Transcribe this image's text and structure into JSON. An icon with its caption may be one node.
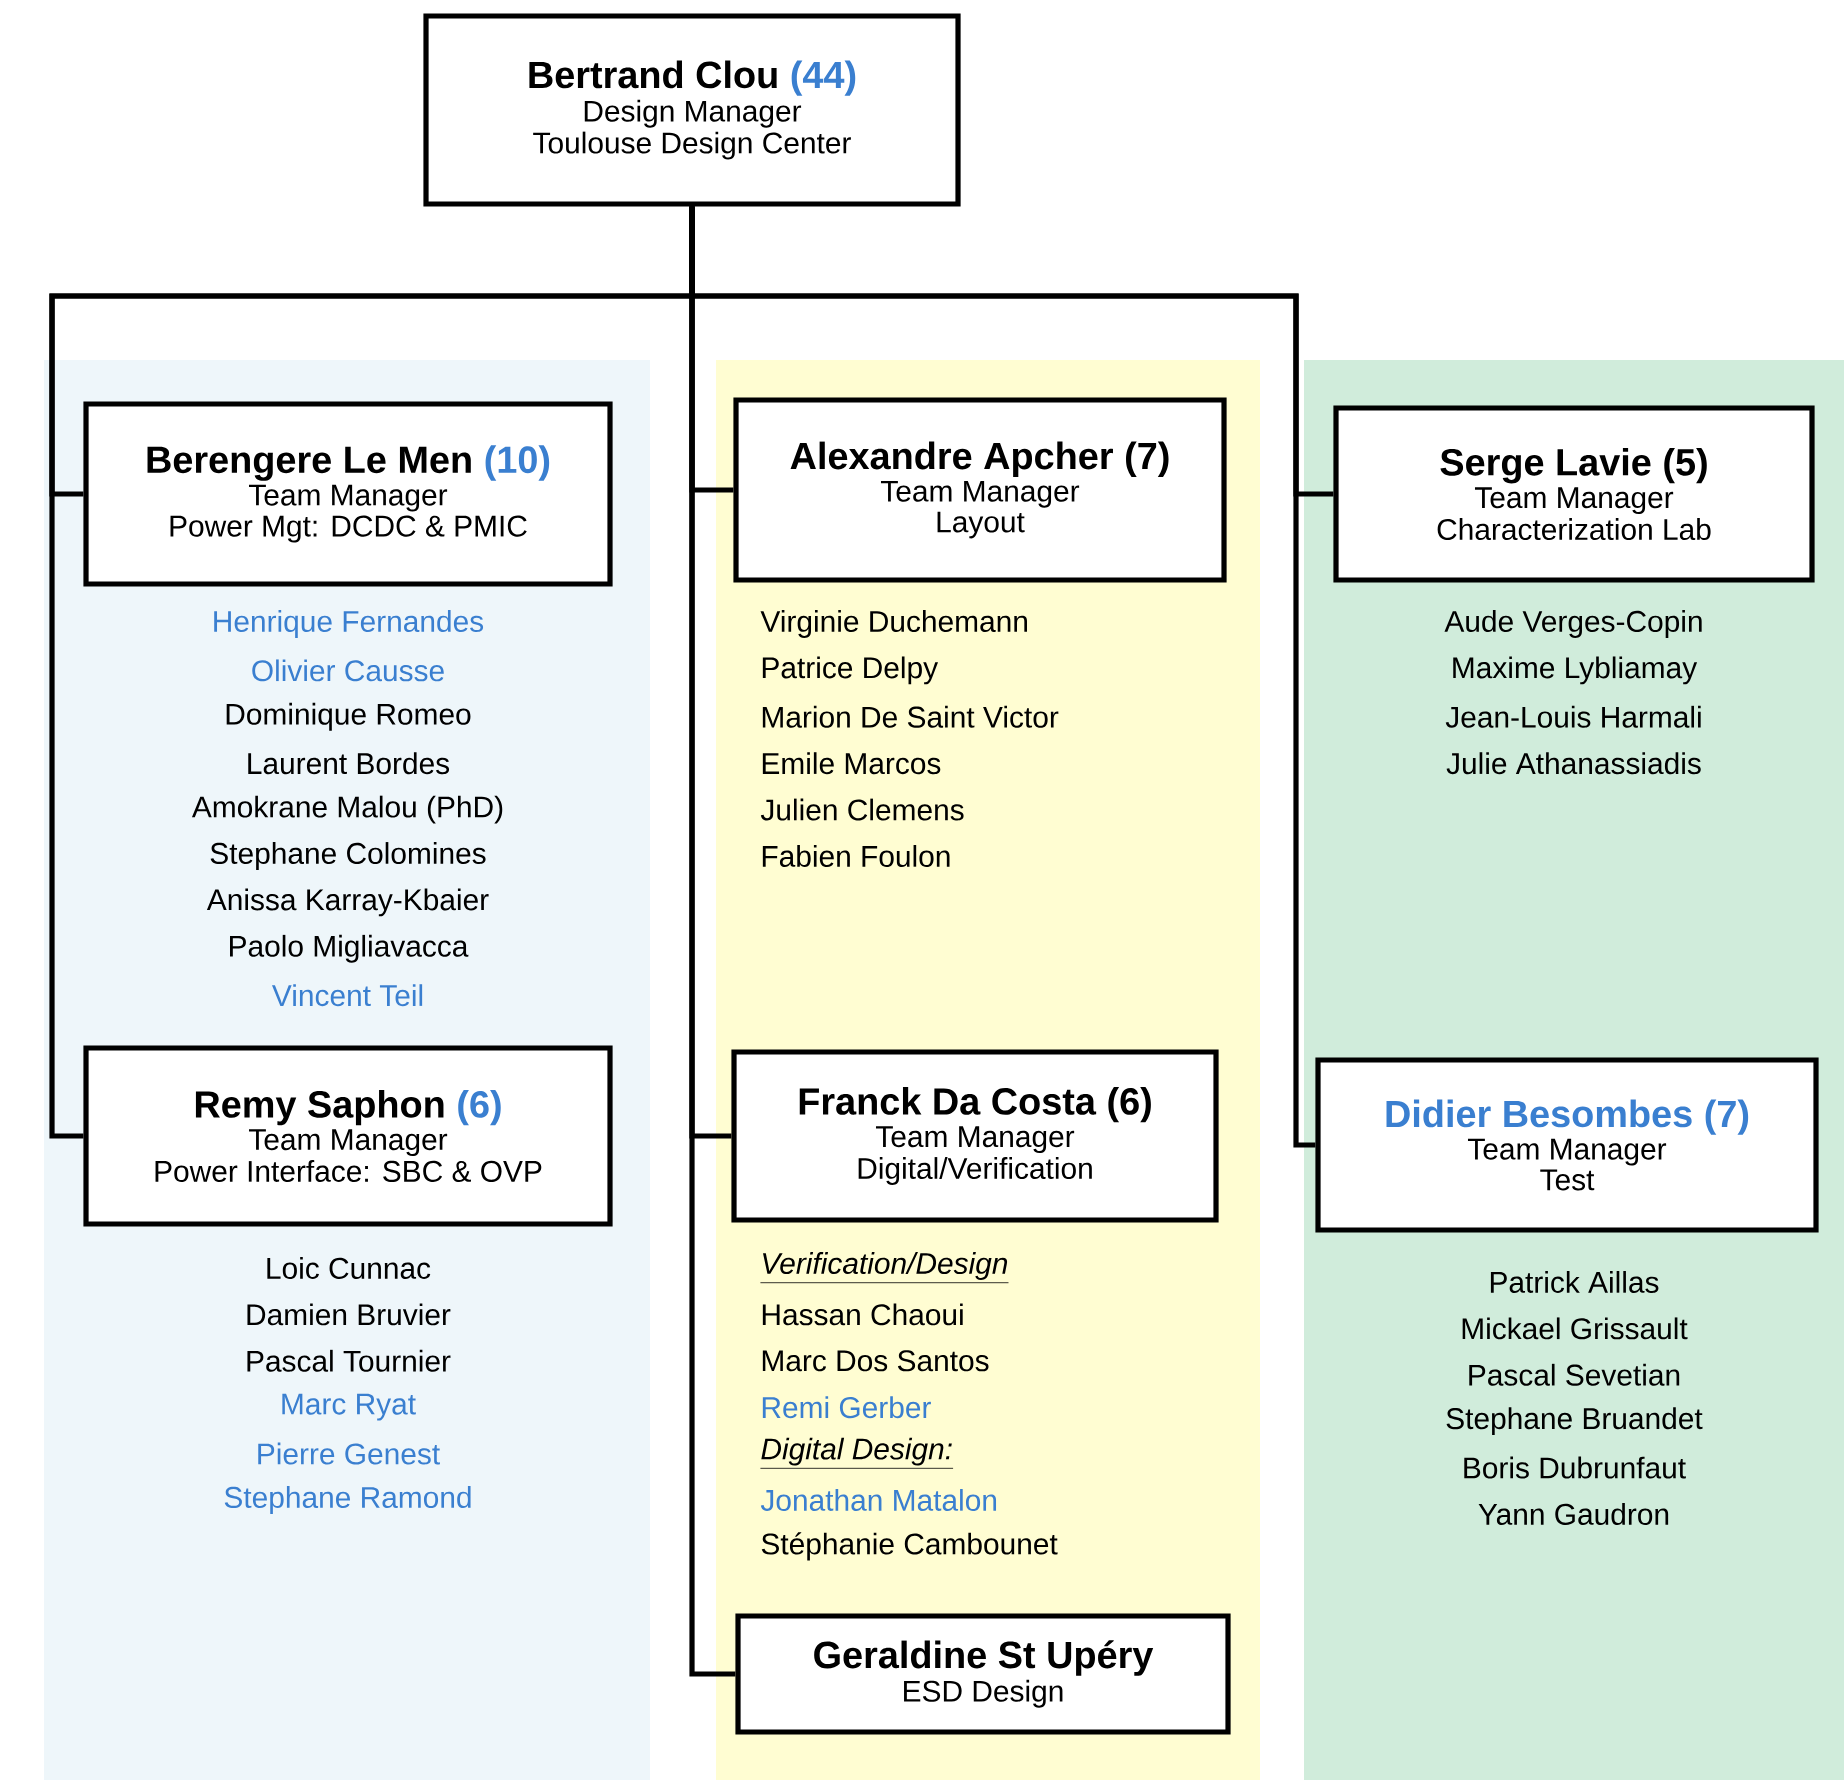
{
  "diagram": {
    "nodes": [
      {
        "text": [
          "Bertrand Clou",
          "(44)",
          "Design Manager",
          "Toulouse Design Center"
        ]
      },
      {
        "text": [
          "Berengere Le Men",
          "(10)",
          "Team Manager",
          "Power Mgt: DCDC & PMIC"
        ],
        "beside": [
          "Henrique Fernandes",
          "Olivier Causse",
          "Dominique Romeo",
          "Laurent Bordes",
          "Amokrane Malou (PhD)",
          "Stephane Colomines",
          "Anissa Karray-Kbaier",
          "Paolo Migliavacca",
          "Vincent Teil"
        ]
      },
      {
        "text": [
          "Alexandre Apcher",
          "(7)",
          "Team Manager",
          "Layout"
        ],
        "beside": [
          "Virginie Duchemann",
          "Patrice Delpy",
          "Marion De Saint Victor",
          "Emile Marcos",
          "Julien Clemens",
          "Fabien Foulon"
        ]
      },
      {
        "text": [
          "Serge Lavie",
          "(5)",
          "Team Manager",
          "Characterization Lab"
        ],
        "beside": [
          "Aude Verges-Copin",
          "Maxime Lybliamay",
          "Jean-Louis Harmali",
          "Julie Athanassiadis"
        ]
      },
      {
        "text": [
          "Remy Saphon",
          "(6)",
          "Team Manager",
          "Power Interface: SBC & OVP"
        ],
        "beside": [
          "Loic Cunnac",
          "Damien Bruvier",
          "Pascal Tournier",
          "Marc Ryat",
          "Pierre Genest",
          "Stephane Ramond"
        ]
      },
      {
        "text": [
          "Franck Da Costa",
          "(6)",
          "Team Manager",
          "Digital/Verification"
        ],
        "beside": [
          "Verification/Design",
          "Hassan Chaoui",
          "Marc Dos Santos",
          "Remi Gerber",
          "Digital Design:",
          "Jonathan Matalon",
          "Stéphanie Cambounet"
        ]
      },
      {
        "text": [
          "Didier Besombes",
          "(7)",
          "Team Manager",
          "Test"
        ],
        "beside": [
          "Patrick Aillas",
          "Mickael Grissault",
          "Pascal Sevetian",
          "Stephane Bruandet",
          "Boris Dubrunfaut",
          "Yann Gaudron"
        ]
      },
      {
        "text": [
          "Geraldine St Upéry",
          "ESD Design"
        ]
      }
    ],
    "edges": [
      {
        "from": 0,
        "to": 1,
        "arrow": "none"
      },
      {
        "from": 0,
        "to": 2,
        "arrow": "none"
      },
      {
        "from": 0,
        "to": 3,
        "arrow": "none"
      },
      {
        "from": 0,
        "to": 4,
        "arrow": "none"
      },
      {
        "from": 0,
        "to": 5,
        "arrow": "none"
      },
      {
        "from": 0,
        "to": 6,
        "arrow": "none"
      },
      {
        "from": 0,
        "to": 7,
        "arrow": "none"
      }
    ]
  }
}
